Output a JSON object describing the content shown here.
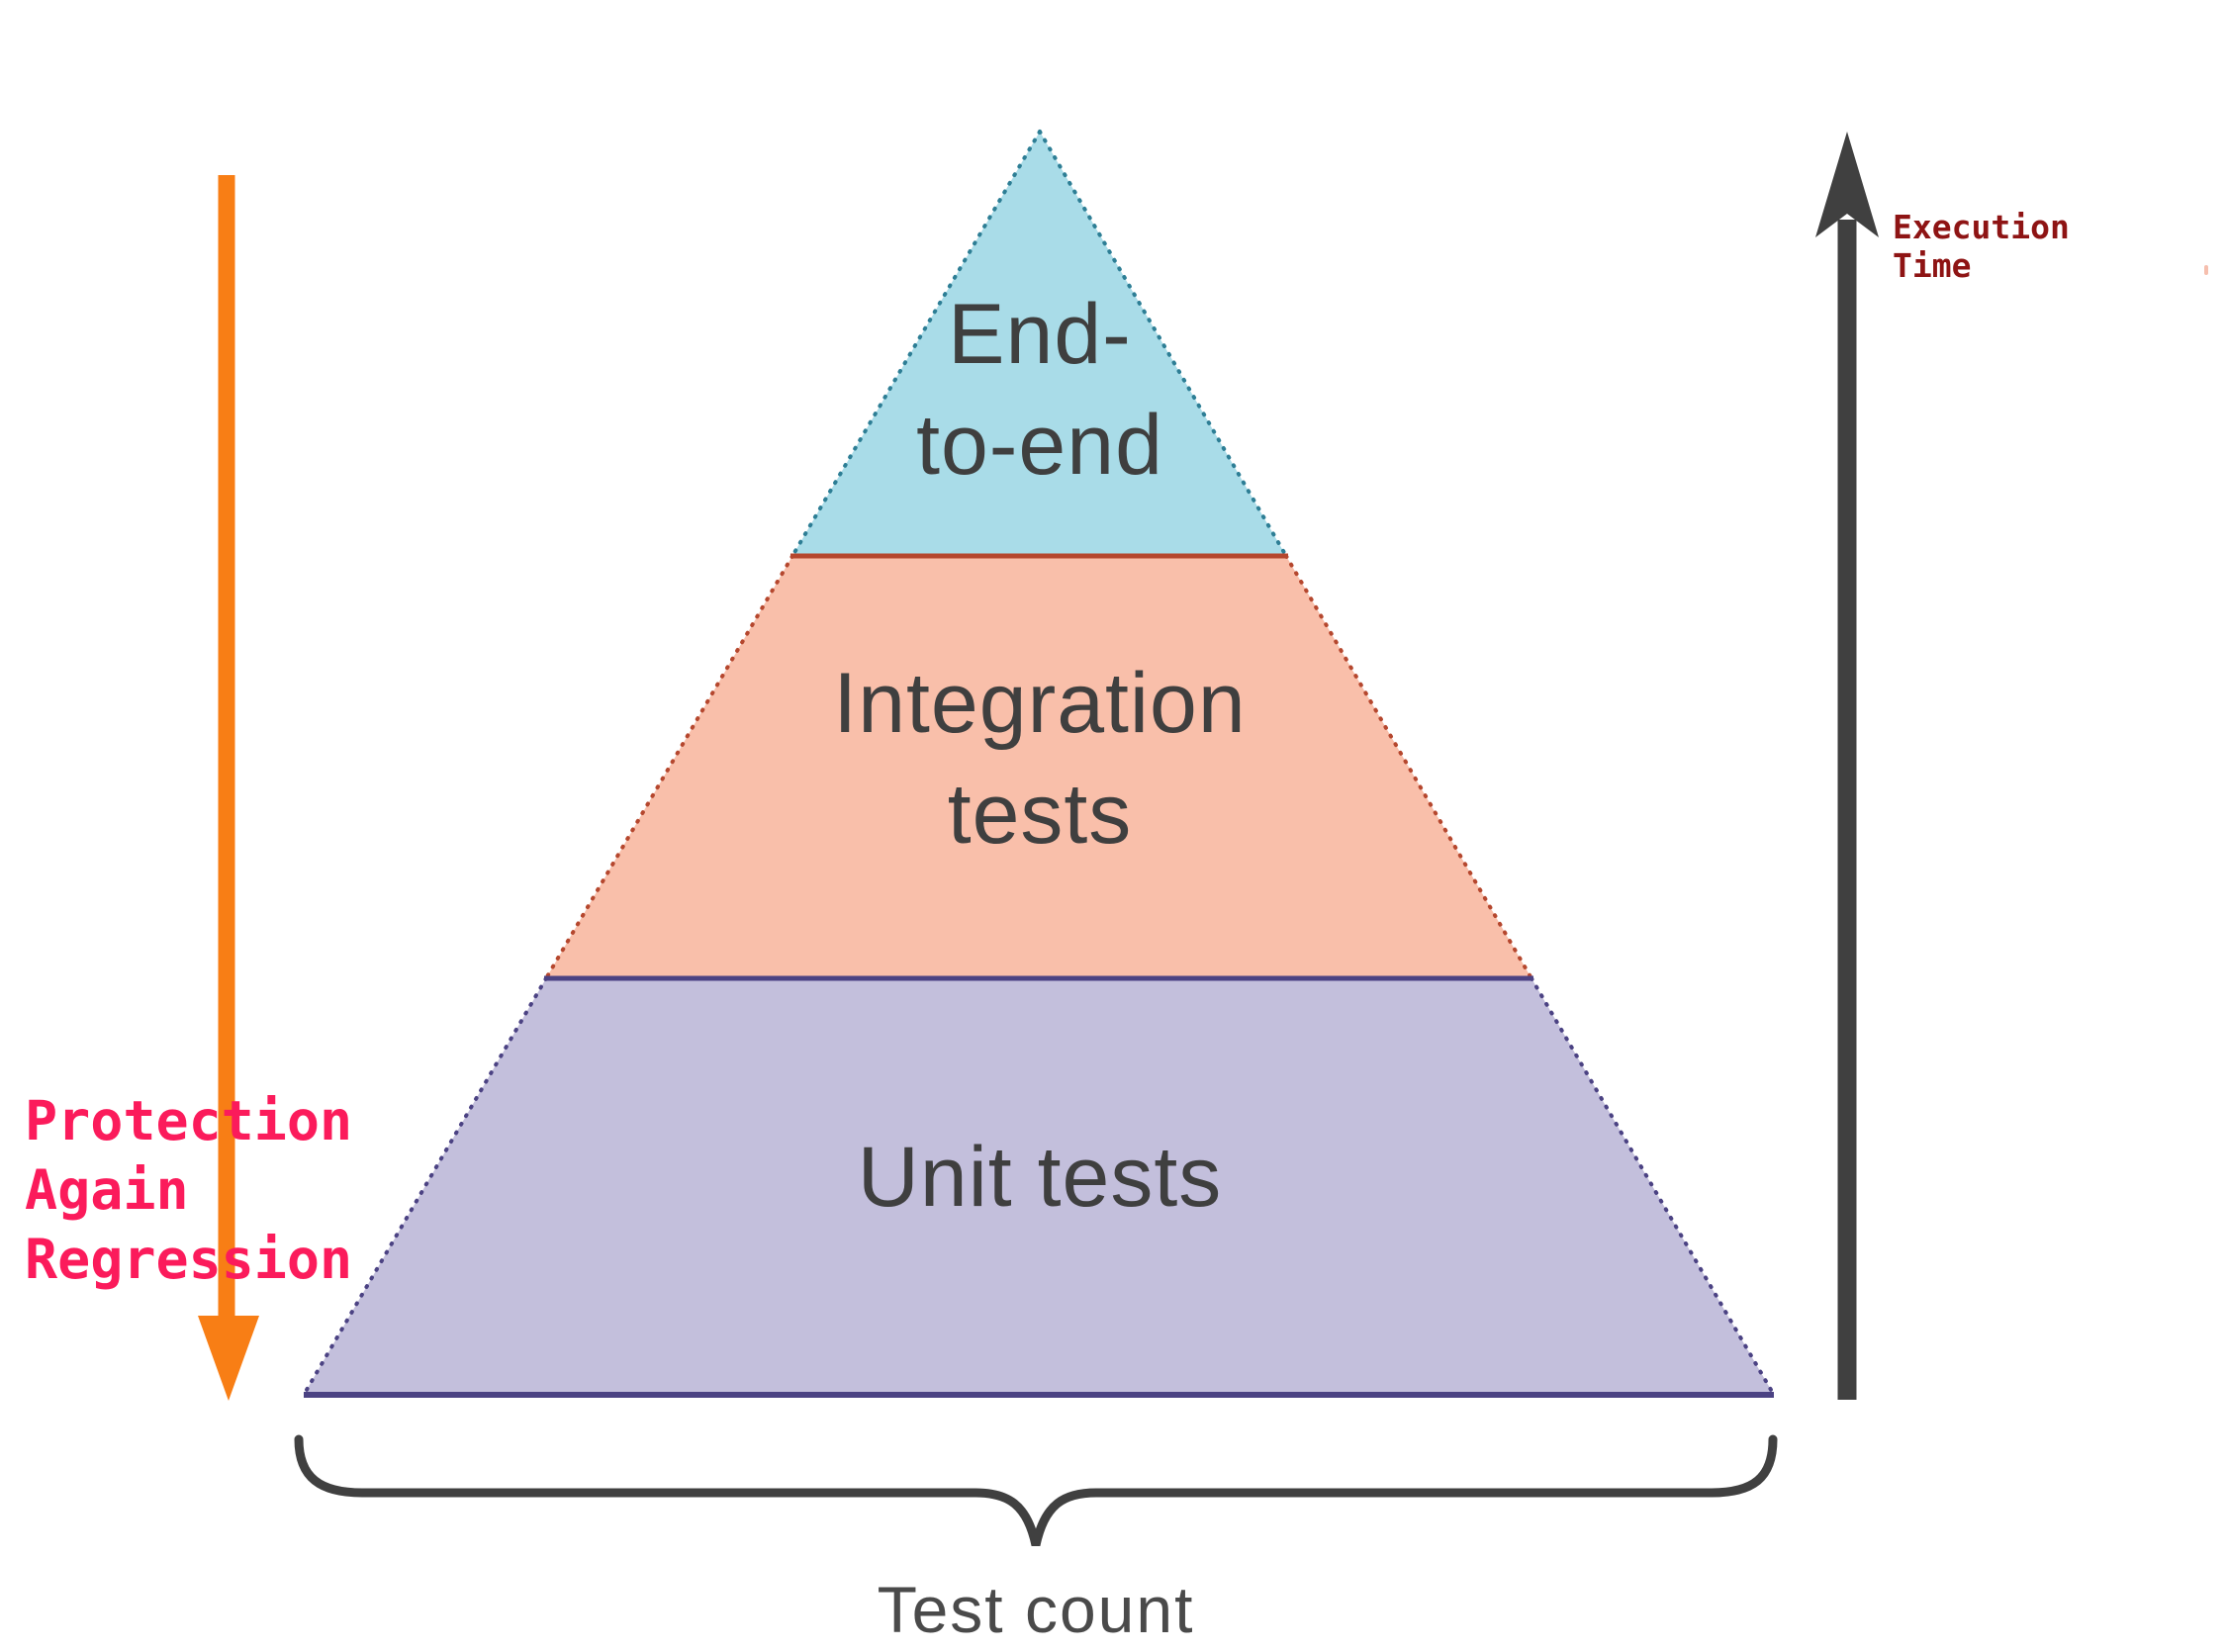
{
  "pyramid": {
    "levels": [
      {
        "name": "end-to-end",
        "label": "End-\nto-end",
        "fill": "#a9dce8",
        "edge": "#2d7e95"
      },
      {
        "name": "integration",
        "label": "Integration\ntests",
        "fill": "#f9bfaa",
        "edge": "#b5472e"
      },
      {
        "name": "unit",
        "label": "Unit tests",
        "fill": "#c3bfdc",
        "edge": "#4b4283"
      }
    ],
    "label_color": "#3f3f3f"
  },
  "left_annotation": {
    "text": "Protection\nAgain\nRegression",
    "color": "#fb1b5b",
    "arrow": {
      "name": "down-arrow",
      "color": "#f87e15"
    }
  },
  "right_annotation": {
    "text": "Execution\nTime",
    "color": "#8e1414",
    "arrow": {
      "name": "up-arrow",
      "color": "#404040"
    }
  },
  "bottom_axis": {
    "label": "Test count",
    "color": "#4a4a4a",
    "brace_color": "#404040"
  }
}
